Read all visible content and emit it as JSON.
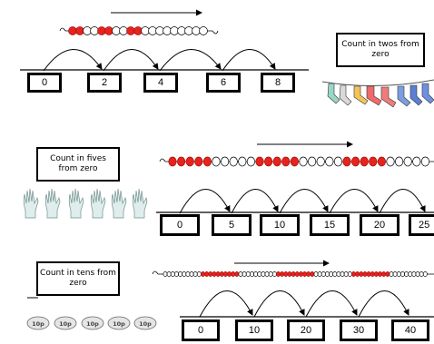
{
  "twos": {
    "label": "Count in twos from zero",
    "numbers": [
      "0",
      "2",
      "4",
      "6",
      "8"
    ],
    "picture": "socks-on-washing-line"
  },
  "fives": {
    "label": "Count in fives from zero",
    "numbers": [
      "0",
      "5",
      "10",
      "15",
      "20",
      "25"
    ],
    "picture": "hands"
  },
  "tens": {
    "label": "Count in tens from zero",
    "numbers": [
      "0",
      "10",
      "20",
      "30",
      "40"
    ],
    "picture": "ten-pence-coins",
    "coin_text": "10p"
  },
  "colors": {
    "bead_red": "#e8221c",
    "line": "#000000"
  }
}
